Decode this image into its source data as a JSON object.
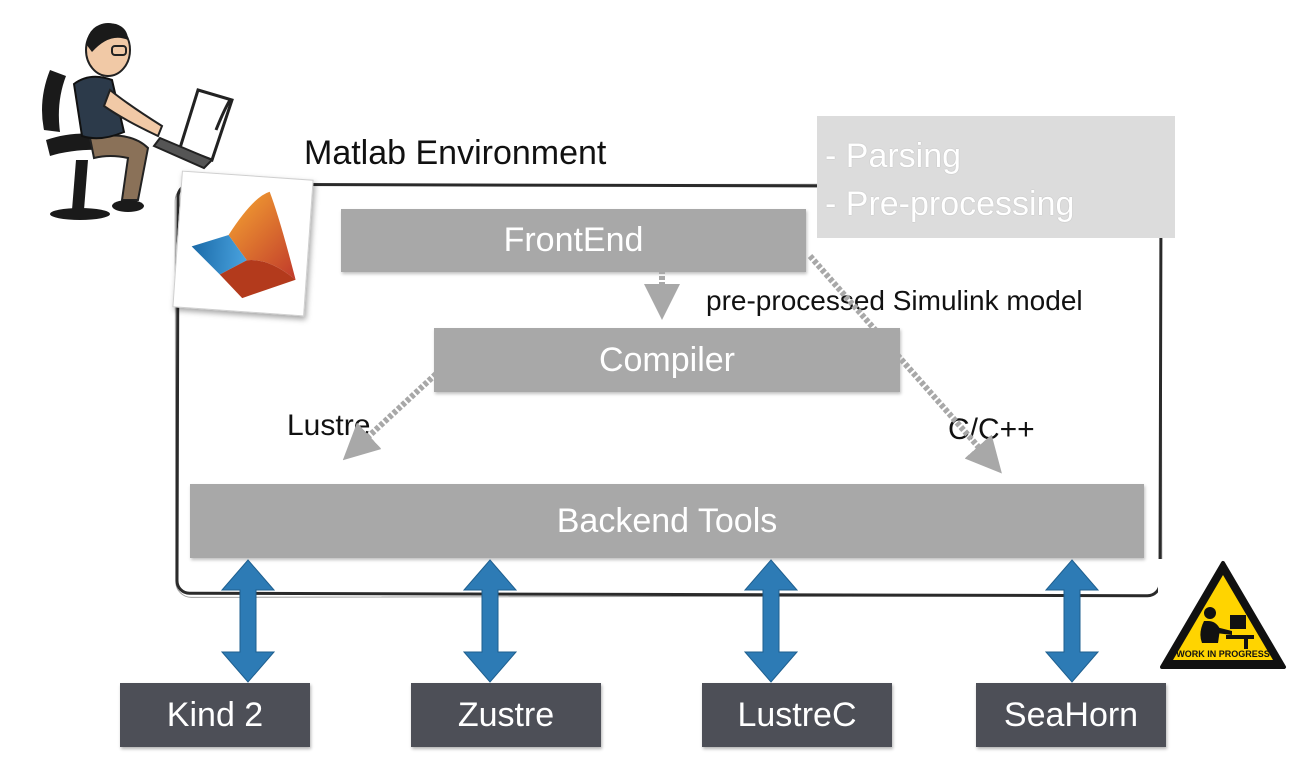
{
  "environment": {
    "title": "Matlab Environment"
  },
  "boxes": {
    "frontend": "FrontEnd",
    "compiler": "Compiler",
    "backend": "Backend Tools"
  },
  "note": {
    "lines": [
      "- Parsing",
      "- Pre-processing"
    ]
  },
  "edge_labels": {
    "simulink": "pre-processed Simulink model",
    "lustre": "Lustre",
    "c": "C/C++"
  },
  "tools": [
    "Kind 2",
    "Zustre",
    "LustreC",
    "SeaHorn"
  ],
  "sign": {
    "text": "WORK IN PROGRESS"
  },
  "colors": {
    "gray_box": "#a8a8a8",
    "tool_box": "#4d4f57",
    "blue_arrow": "#2d7bb5",
    "gray_arrow": "#a8a8a8",
    "sign_yellow": "#ffd400"
  },
  "icons": [
    "user-at-computer-icon",
    "matlab-logo-icon",
    "work-in-progress-sign-icon"
  ]
}
